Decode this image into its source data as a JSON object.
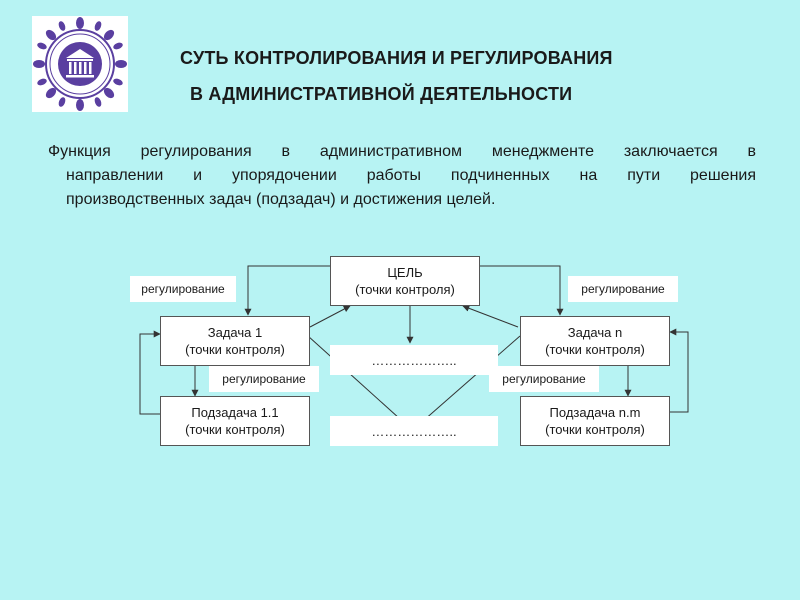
{
  "header": {
    "title_line1": "СУТЬ КОНТРОЛИРОВАНИЯ И РЕГУЛИРОВАНИЯ",
    "title_line2": "В АДМИНИСТРАТИВНОЙ ДЕЯТЕЛЬНОСТИ"
  },
  "paragraph": {
    "line1": "Функция регулирования в административном менеджменте заключается в",
    "line2": "направлении и упорядочении работы подчиненных на пути решения",
    "line3": "производственных задач (подзадач) и достижения целей."
  },
  "diagram": {
    "goal": {
      "title": "ЦЕЛЬ",
      "subtitle": "(точки контроля)"
    },
    "task1": {
      "title": "Задача 1",
      "subtitle": "(точки контроля)"
    },
    "taskn": {
      "title": "Задача n",
      "subtitle": "(точки контроля)"
    },
    "subtask11": {
      "title": "Подзадача 1.1",
      "subtitle": "(точки контроля)"
    },
    "subtasknm": {
      "title": "Подзадача n.m",
      "subtitle": "(точки контроля)"
    },
    "placeholder_mid": "………………..",
    "placeholder_bottom": "………………..",
    "reg_top_left": "регулирование",
    "reg_top_right": "регулирование",
    "reg_mid_left": "регулирование",
    "reg_mid_right": "регулирование"
  },
  "colors": {
    "background": "#b7f3f3",
    "logo": "#5a3fa0"
  }
}
